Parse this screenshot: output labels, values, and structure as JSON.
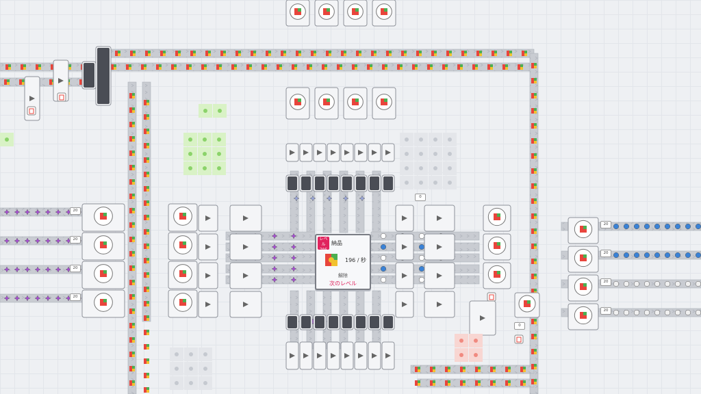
{
  "hub": {
    "level_label": "レベル",
    "level_value": "795",
    "title": "納品",
    "rate": "196 / 秒",
    "unlock_label": "解除",
    "next_level": "次のレベル"
  },
  "counters": {
    "left_rows": [
      "20",
      "20",
      "20",
      "20"
    ],
    "right_rows": [
      "20",
      "20",
      "20",
      "20"
    ],
    "right_upper": "0",
    "right_lower": "0"
  },
  "colors": {
    "belt": "#c9ccd2",
    "belt_edge": "#aeb2ba",
    "machine": "#f4f5f7",
    "machine_dark": "#4a4d55",
    "item_red": "#e8453c",
    "item_green": "#4caf50",
    "item_yellow": "#f2c12e",
    "item_purple": "#a64fd1",
    "item_blue": "#3a82d6",
    "item_white": "#ffffff",
    "hub_accent": "#e0245e"
  },
  "icons": [
    "trash-icon",
    "painter-icon",
    "cutter-icon",
    "rotator-icon",
    "stacker-icon",
    "balancer-icon",
    "tunnel-icon",
    "hub-icon"
  ]
}
